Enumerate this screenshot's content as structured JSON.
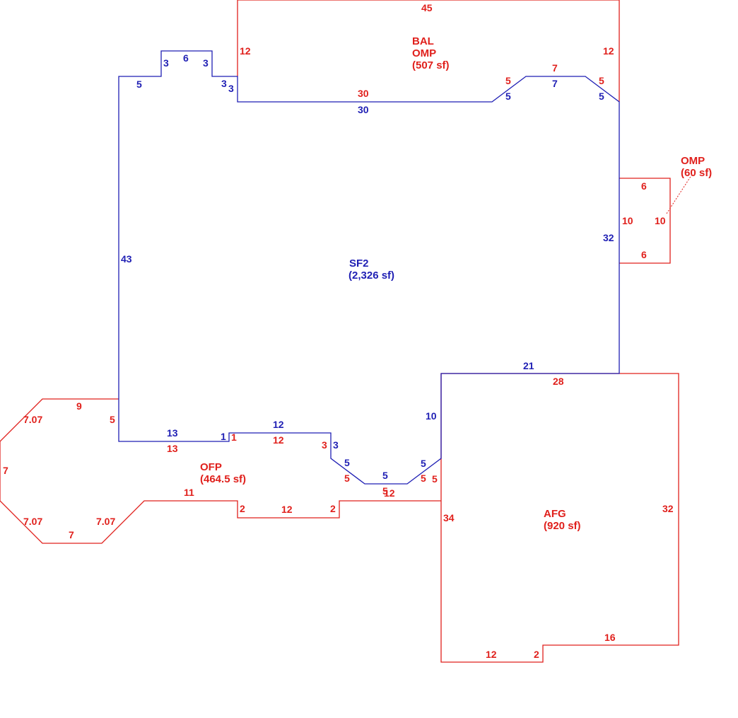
{
  "colors": {
    "sf2": "#1f1fb4",
    "other": "#e0201c",
    "background": "#ffffff"
  },
  "areas": {
    "sf2": {
      "code": "SF2",
      "size": "(2,326 sf)"
    },
    "bal_omp": {
      "code_line1": "BAL",
      "code_line2": "OMP",
      "size": "(507 sf)"
    },
    "omp": {
      "code": "OMP",
      "size": "(60 sf)"
    },
    "ofp": {
      "code": "OFP",
      "size": "(464.5 sf)"
    },
    "afg": {
      "code": "AFG",
      "size": "(920 sf)"
    }
  },
  "dims": {
    "sf2": [
      "43",
      "5",
      "3",
      "6",
      "3",
      "3",
      "3",
      "30",
      "5",
      "7",
      "5",
      "32",
      "21",
      "10",
      "5",
      "5",
      "5",
      "3",
      "12",
      "1",
      "13"
    ],
    "bal": [
      "45",
      "12",
      "12",
      "30",
      "5",
      "7",
      "5"
    ],
    "omp": [
      "6",
      "10",
      "10",
      "6"
    ],
    "ofp": [
      "9",
      "7.07",
      "5",
      "7",
      "7.07",
      "7",
      "7.07",
      "13",
      "1",
      "12",
      "3",
      "5",
      "5",
      "5",
      "5",
      "11",
      "2",
      "12",
      "2",
      "12"
    ],
    "afg": [
      "28",
      "34",
      "32",
      "16",
      "12",
      "2"
    ]
  }
}
